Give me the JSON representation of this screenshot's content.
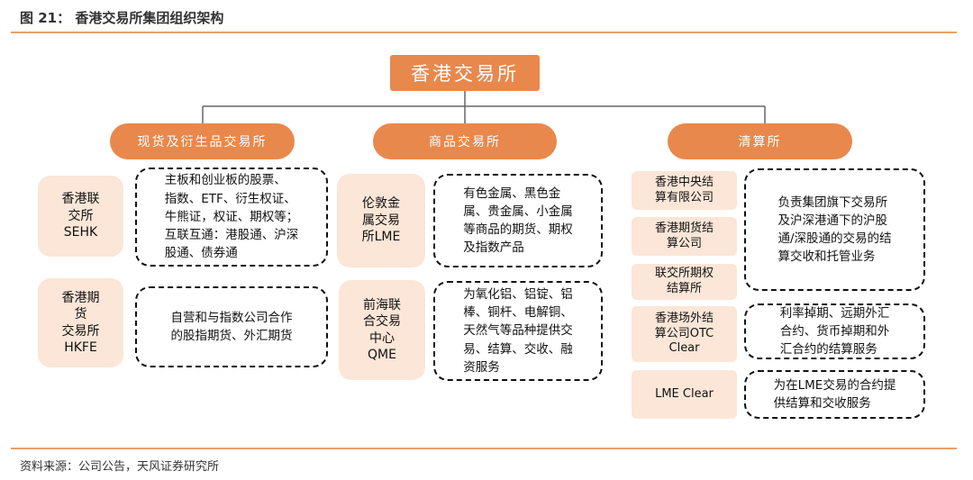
{
  "figure_title": "图 21：  香港交易所集团组织架构",
  "source_note": "资料来源：公司公告，天风证券研究所",
  "colors": {
    "accent": "#e9884c",
    "entity_fill": "#fbe6d7",
    "rule": "#e9a06a",
    "connector": "#666666"
  },
  "root": {
    "label": "香港交易所"
  },
  "divisions": [
    {
      "label": "现货及衍生品交易所",
      "entities": [
        {
          "name": "香港联\n交所\nSEHK",
          "description": "主板和创业板的股票、\n指数、ETF、衍生权证、\n牛熊证，权证、期权等；\n互联互通：港股通、沪深\n股通、债券通"
        },
        {
          "name": "香港期\n货\n交易所\nHKFE",
          "description": "自营和与指数公司合作\n的股指期货、外汇期货"
        }
      ]
    },
    {
      "label": "商品交易所",
      "entities": [
        {
          "name": "伦敦金\n属交易\n所LME",
          "description": "有色金属、黑色金\n属、贵金属、小金属\n等商品的期货、期权\n及指数产品"
        },
        {
          "name": "前海联\n合交易\n中心\nQME",
          "description": "为氧化铝、铝锭、铝\n棒、铜杆、电解铜、\n天然气等品种提供交\n易、结算、交收、融\n资服务"
        }
      ]
    },
    {
      "label": "清算所",
      "entities": [
        {
          "name": "香港中央结\n算有限公司"
        },
        {
          "name": "香港期货结\n算公司"
        },
        {
          "name": "联交所期权\n结算所"
        },
        {
          "name": "香港场外结\n算公司OTC\nClear"
        },
        {
          "name": "LME Clear"
        }
      ],
      "descriptions": [
        "负责集团旗下交易所\n及沪深港通下的沪股\n通/深股通的交易的结\n算交收和托管业务",
        "利率掉期、远期外汇\n合约、货币掉期和外\n汇合约的结算服务",
        "为在LME交易的合约提\n供结算和交收服务"
      ]
    }
  ]
}
